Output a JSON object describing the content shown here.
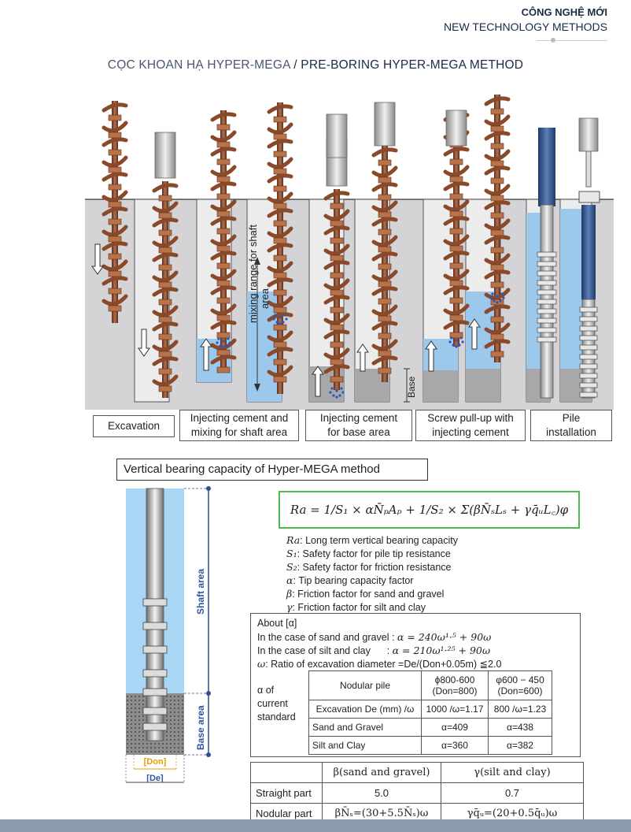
{
  "header": {
    "vn_title": "CÔNG NGHỆ MỚI",
    "en_title": "NEW TECHNOLOGY METHODS"
  },
  "main_title": {
    "vn": "CỌC KHOAN HẠ HYPER-MEGA",
    "separator": " / ",
    "en": "PRE-BORING HYPER-MEGA METHOD"
  },
  "diagram_labels": {
    "mixing_range_line1": "mixing range for shaft",
    "mixing_range_line2": "area",
    "base": "Base"
  },
  "steps": [
    {
      "line1": "Excavation",
      "line2": ""
    },
    {
      "line1": "Injecting cement and",
      "line2": "mixing for shaft area"
    },
    {
      "line1": "Injecting cement",
      "line2": "for base area"
    },
    {
      "line1": "Screw pull-up with",
      "line2": "injecting cement"
    },
    {
      "line1": "Pile",
      "line2": "installation"
    }
  ],
  "bearing": {
    "section_title": "Vertical bearing capacity of Hyper-MEGA method",
    "pile_labels": {
      "shaft_area": "Shaft area",
      "base_area": "Base area",
      "don": "[Don]",
      "de": "[De]"
    },
    "formula": "Ra = 1/S₁ × αN̄ₚAₚ + 1/S₂ × Σ(βN̄ₛLₛ + γq̄ᵤL꜀)φ",
    "legend": [
      {
        "sym": "Ra",
        "text": ": Long term vertical bearing capacity"
      },
      {
        "sym": "S₁",
        "text": ": Safety factor for pile tip resistance"
      },
      {
        "sym": "S₂",
        "text": ": Safety factor for friction resistance"
      },
      {
        "sym": "α",
        "text": ": Tip bearing capacity factor"
      },
      {
        "sym": "β",
        "text": ": Friction factor for sand and gravel"
      },
      {
        "sym": "γ",
        "text": ": Friction factor for silt and clay"
      }
    ],
    "about": {
      "heading": "About [α]",
      "sand_gravel_label": "In the case of sand and gravel :",
      "sand_gravel_eq": "α = 240ω¹·⁵ + 90ω",
      "silt_clay_label": "In the case of silt and clay      :",
      "silt_clay_eq": "α = 210ω¹·²⁵ + 90ω",
      "omega_sym": "ω",
      "omega_text": ": Ratio of excavation diameter  =De/(Don+0.05m) ≦2.0"
    },
    "alpha_table": {
      "row_label": [
        "α of",
        "current",
        "standard"
      ],
      "header": [
        "Nodular pile",
        "ϕ800-600 (Don=800)",
        "φ600 − 450 (Don=600)"
      ],
      "rows": [
        [
          "Excavation De (mm) /ω",
          "1000 /ω=1.17",
          "800 /ω=1.23"
        ],
        [
          "Sand and Gravel",
          "α=409",
          "α=438"
        ],
        [
          "Silt and Clay",
          "α=360",
          "α=382"
        ]
      ]
    },
    "beta_table": {
      "header": [
        "",
        "β(sand and gravel)",
        "γ(silt and clay)"
      ],
      "rows": [
        [
          "Straight part",
          "5.0",
          "0.7"
        ],
        [
          "Nodular part",
          "βN̄ₛ=(30+5.5N̄ₛ)ω",
          "γq̄ᵤ=(20+0.5q̄ᵤ)ω"
        ]
      ]
    }
  },
  "colors": {
    "auger_brown": "#8a4a2a",
    "soil_gray": "#d4d4d6",
    "cement_blue": "#9cc8ec",
    "base_gray": "#a8a8aa",
    "pile_navy": "#34578f",
    "formula_border": "#4cbb4c",
    "footer": "#8d9bb0"
  }
}
